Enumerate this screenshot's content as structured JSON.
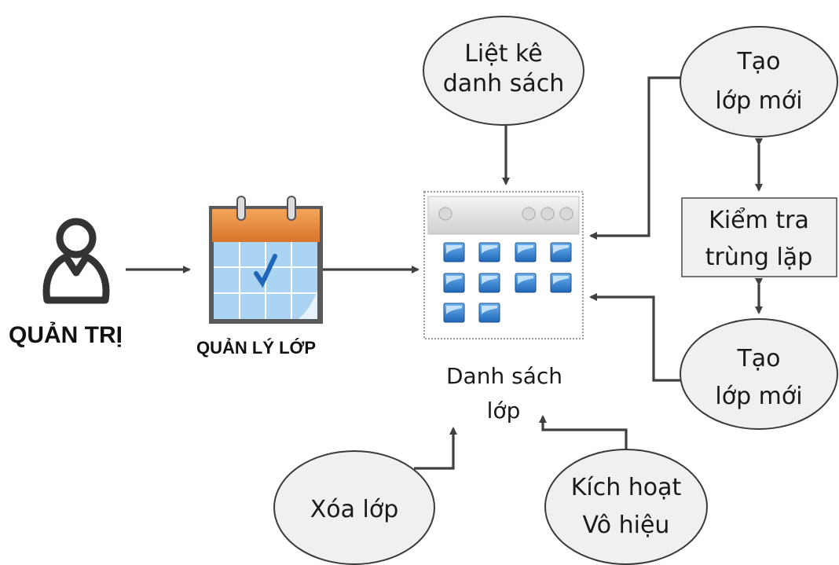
{
  "actor": {
    "label": "QUẢN TRỊ",
    "icon": "user-icon"
  },
  "module": {
    "label": "QUẢN LÝ LỚP",
    "icon": "calendar-icon"
  },
  "window": {
    "caption_line1": "Danh sách",
    "caption_line2": "lớp",
    "icon": "app-window-icon"
  },
  "nodes": {
    "list": {
      "line1": "Liệt kê",
      "line2": "danh sách"
    },
    "create_top": {
      "line1": "Tạo",
      "line2": "lớp mới"
    },
    "check": {
      "line1": "Kiểm tra",
      "line2": "trùng lặp"
    },
    "create_bottom": {
      "line1": "Tạo",
      "line2": "lớp mới"
    },
    "delete": {
      "line1": "Xóa lớp"
    },
    "activate": {
      "line1": "Kích hoạt",
      "line2": "Vô hiệu"
    }
  },
  "colors": {
    "ellipse_fill": "#f0f0f0",
    "ellipse_stroke": "#3a3a3a",
    "arrow": "#404040",
    "calendar_top": "#e58a3a",
    "calendar_grid": "#9cc8ea",
    "window_icon": "#2a7bd0"
  }
}
